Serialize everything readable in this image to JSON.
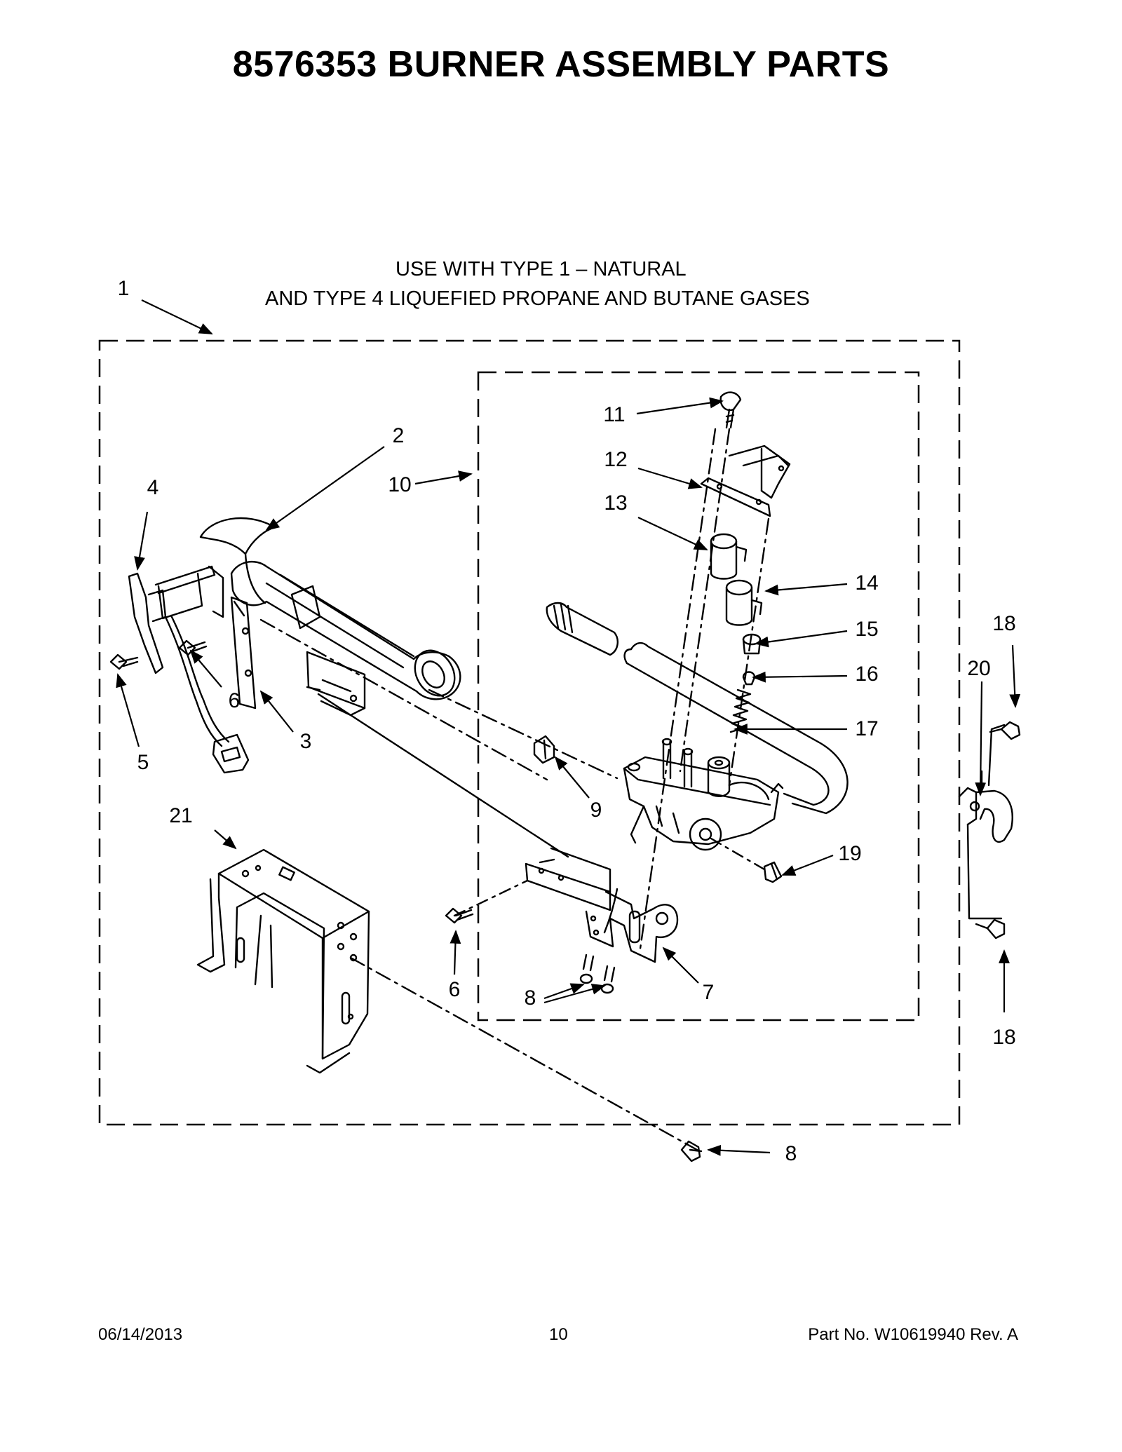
{
  "header": {
    "title": "8576353 BURNER ASSEMBLY PARTS"
  },
  "notes": {
    "line1": "USE WITH TYPE 1  –  NATURAL",
    "line2": "AND TYPE 4     LIQUEFIED PROPANE AND BUTANE GASES"
  },
  "callouts": {
    "c1": "1",
    "c2": "2",
    "c3": "3",
    "c4": "4",
    "c5": "5",
    "c6a": "6",
    "c6b": "6",
    "c7": "7",
    "c8a": "8",
    "c8b": "8",
    "c9": "9",
    "c10": "10",
    "c11": "11",
    "c12": "12",
    "c13": "13",
    "c14": "14",
    "c15": "15",
    "c16": "16",
    "c17": "17",
    "c18a": "18",
    "c18b": "18",
    "c19": "19",
    "c20": "20",
    "c21": "21"
  },
  "footer": {
    "date": "06/14/2013",
    "page": "10",
    "part": "Part No.  W10619940  Rev.  A"
  },
  "colors": {
    "ink": "#000000",
    "paper": "#ffffff"
  }
}
